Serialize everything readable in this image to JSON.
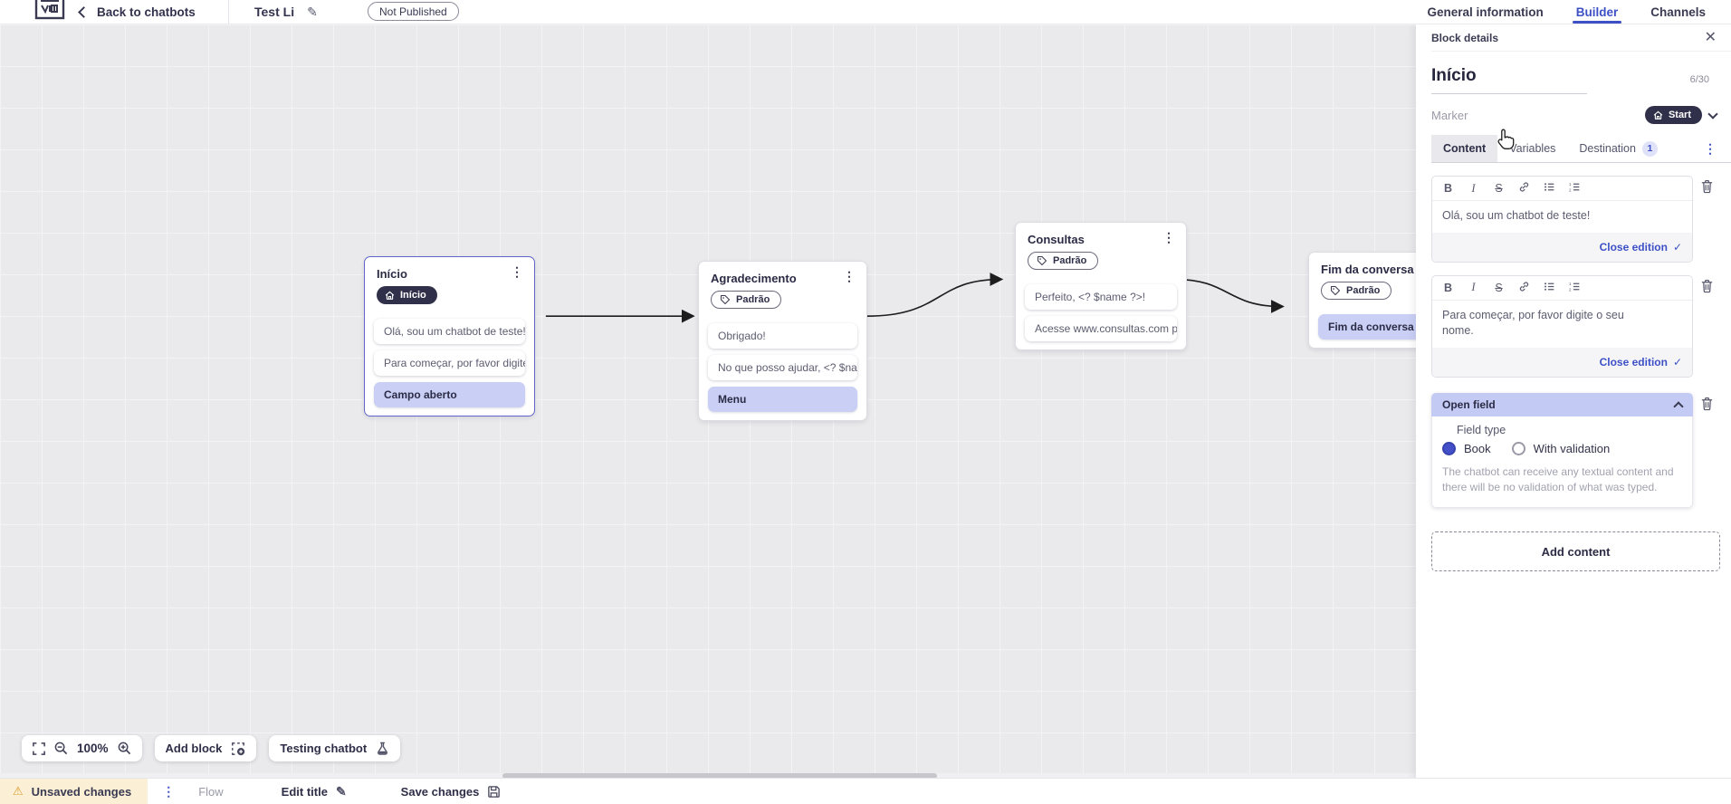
{
  "header": {
    "back": "Back to chatbots",
    "title": "Test Li",
    "status": "Not Published",
    "tabs": [
      {
        "label": "General information"
      },
      {
        "label": "Builder"
      },
      {
        "label": "Channels"
      }
    ]
  },
  "canvas": {
    "blocks": [
      {
        "title": "Início",
        "marker": "Início",
        "items": [
          {
            "text": "Olá, sou um chatbot de teste!"
          },
          {
            "text": "Para começar, por favor digite o ..."
          },
          {
            "text": "Campo aberto"
          }
        ]
      },
      {
        "title": "Agradecimento",
        "marker": "Padrão",
        "items": [
          {
            "text": "Obrigado!"
          },
          {
            "text": "No que posso ajudar, <? $name ..."
          },
          {
            "text": "Menu"
          }
        ]
      },
      {
        "title": "Consultas",
        "marker": "Padrão",
        "items": [
          {
            "text": "Perfeito, <? $name ?>!"
          },
          {
            "text": "Acesse www.consultas.com par..."
          }
        ]
      },
      {
        "title": "Fim da conversa",
        "marker": "Padrão",
        "items": [
          {
            "text": "Fim da conversa"
          }
        ]
      }
    ],
    "controls": {
      "zoom_level": "100%",
      "add_block": "Add block",
      "testing_chatbot": "Testing chatbot"
    }
  },
  "panel": {
    "header": "Block details",
    "title": "Início",
    "counter": "6/30",
    "marker_label": "Marker",
    "marker_value": "Start",
    "tabs": [
      {
        "label": "Content"
      },
      {
        "label": "Variables"
      },
      {
        "label": "Destination",
        "badge": "1"
      }
    ],
    "editors": [
      {
        "text": "Olá, sou um chatbot de teste!",
        "close_label": "Close edition"
      },
      {
        "text": "Para começar, por favor digite o seu nome.",
        "close_label": "Close edition"
      }
    ],
    "open_field": {
      "header": "Open field",
      "field_type_label": "Field type",
      "options": [
        {
          "label": "Book"
        },
        {
          "label": "With validation"
        }
      ],
      "helper": "The chatbot can receive any textual content and there will be no validation of what was typed."
    },
    "add_content": "Add content"
  },
  "footer": {
    "unsaved": "Unsaved changes",
    "flow": "Flow",
    "edit_title": "Edit title",
    "save": "Save changes"
  },
  "colors": {
    "accent": "#3d50c5",
    "dark_pill": "#30304a",
    "lavender": "#c9cff5",
    "selected_border": "#6165c9",
    "warning_bg": "#fbf0d6"
  }
}
